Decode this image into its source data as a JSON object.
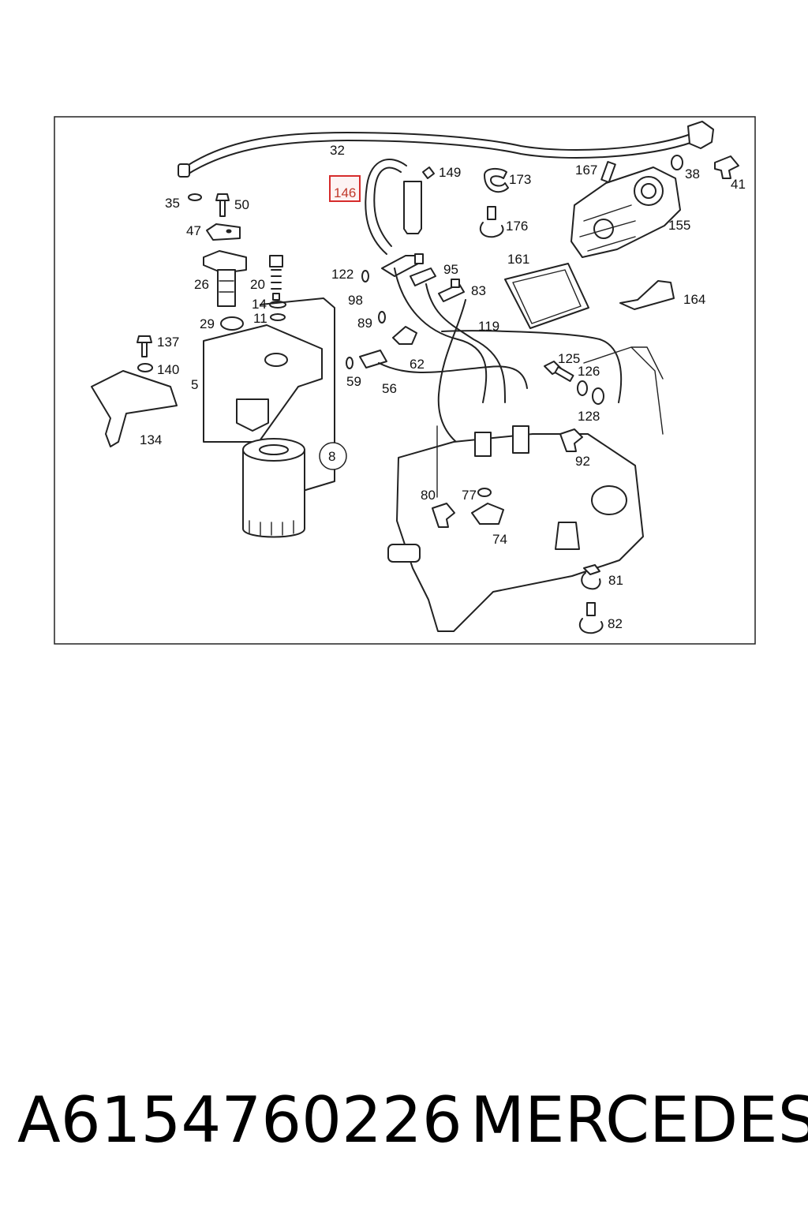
{
  "diagram": {
    "callouts": [
      "32",
      "146",
      "149",
      "173",
      "167",
      "38",
      "41",
      "35",
      "50",
      "47",
      "176",
      "155",
      "26",
      "20",
      "122",
      "95",
      "161",
      "14",
      "98",
      "83",
      "164",
      "29",
      "11",
      "89",
      "119",
      "137",
      "125",
      "126",
      "140",
      "5",
      "62",
      "59",
      "56",
      "128",
      "134",
      "8",
      "92",
      "80",
      "77",
      "74",
      "81",
      "82"
    ],
    "highlighted_callout": "146",
    "highlight_color": "#d62c2c"
  },
  "footer": {
    "part_number": "A6154760226",
    "brand": "MERCEDES"
  }
}
